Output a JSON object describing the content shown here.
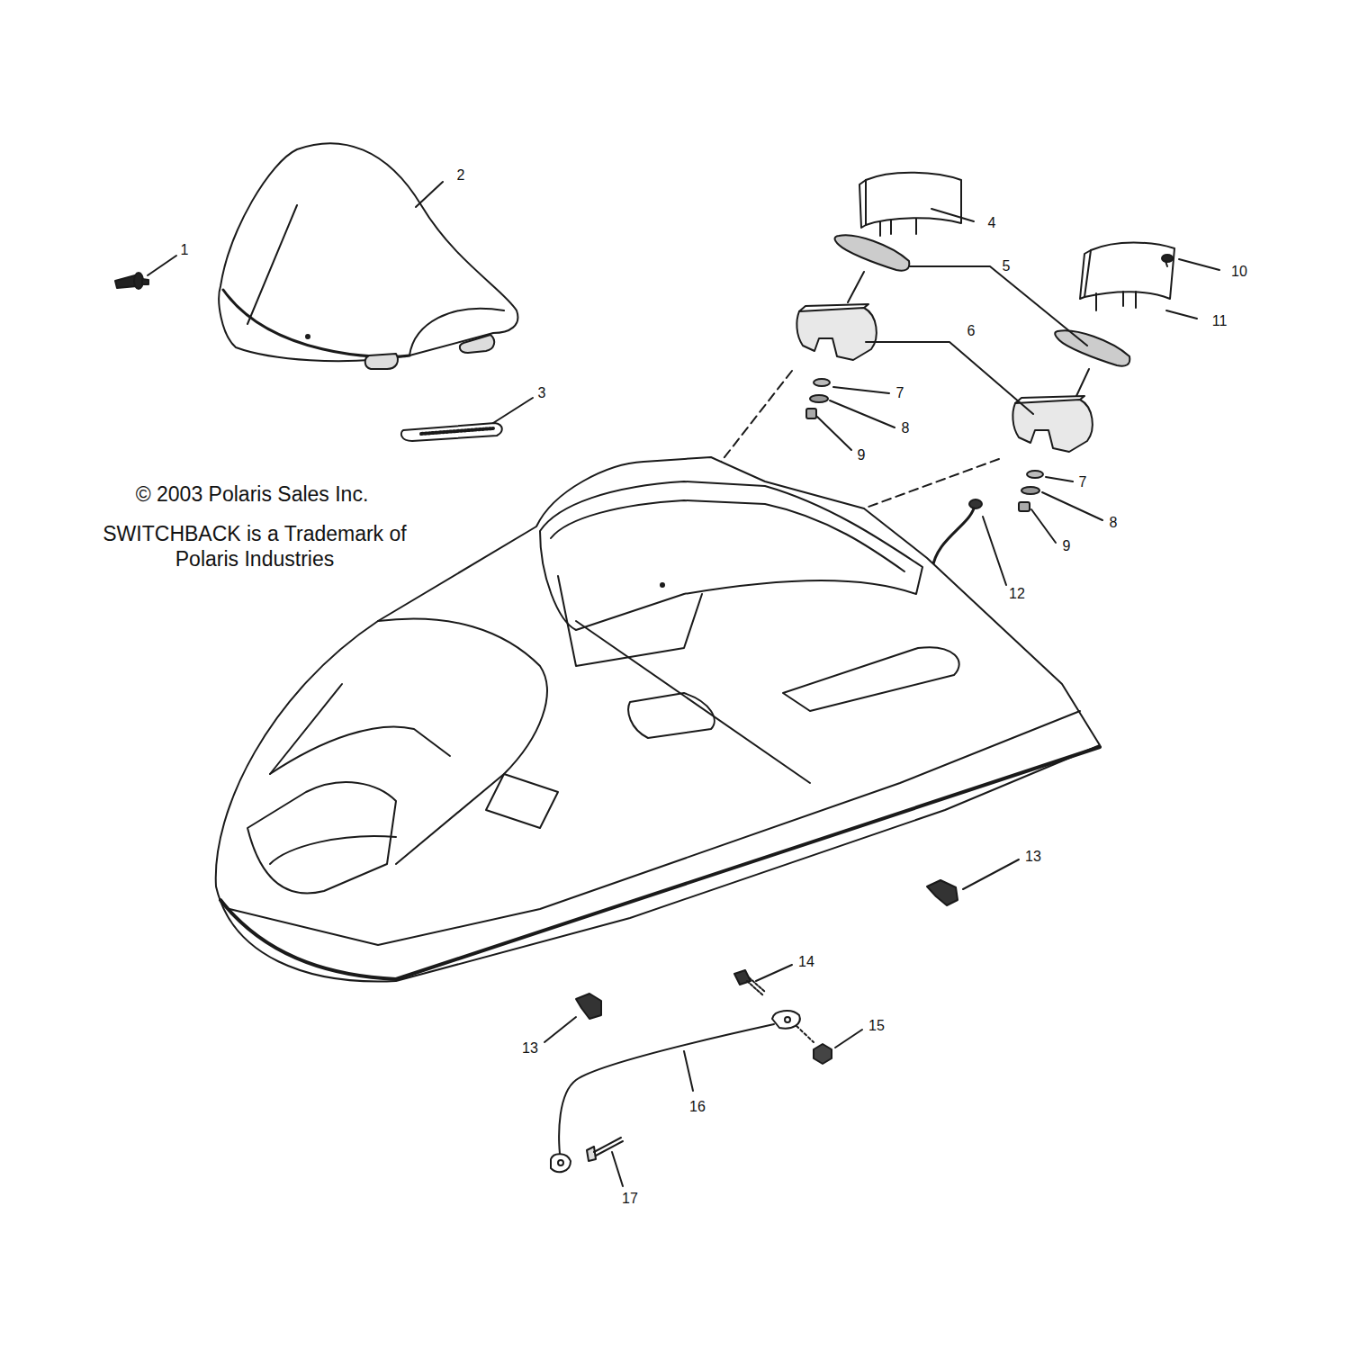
{
  "diagram": {
    "labels": [
      "1",
      "2",
      "3",
      "4",
      "5",
      "6",
      "7",
      "8",
      "9",
      "10",
      "11",
      "7",
      "8",
      "9",
      "12",
      "13",
      "13",
      "14",
      "15",
      "16",
      "17",
      "© 2003 Polaris Sales Inc.",
      "SWITCHBACK is a Trademark of Polaris Industries"
    ]
  }
}
